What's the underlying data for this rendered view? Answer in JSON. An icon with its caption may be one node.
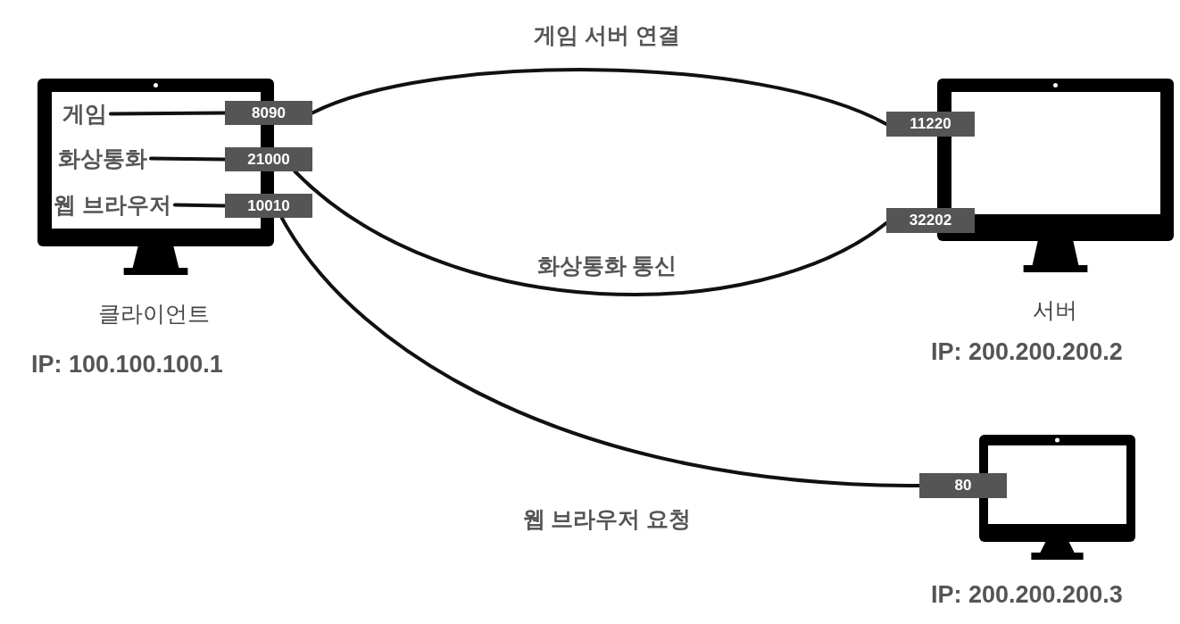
{
  "diagram": {
    "nodes": [
      {
        "text": [],
        "shape": "monitor",
        "beside": [
          "클라이언트",
          "IP: 100.100.100.1"
        ]
      },
      {
        "text": [
          "게임"
        ],
        "in": 0
      },
      {
        "text": [
          "화상통화"
        ],
        "in": 0
      },
      {
        "text": [
          "웹 브라우저"
        ],
        "in": 0
      },
      {
        "text": [
          "8090"
        ]
      },
      {
        "text": [
          "21000"
        ]
      },
      {
        "text": [
          "10010"
        ]
      },
      {
        "text": [],
        "shape": "monitor",
        "beside": [
          "서버",
          "IP: 200.200.200.2"
        ]
      },
      {
        "text": [
          "11220"
        ]
      },
      {
        "text": [
          "32202"
        ]
      },
      {
        "text": [],
        "shape": "monitor",
        "beside": [
          "IP: 200.200.200.3"
        ]
      },
      {
        "text": [
          "80"
        ]
      }
    ],
    "edges": [
      {
        "from": 1,
        "to": 4,
        "arrow": "none"
      },
      {
        "from": 2,
        "to": 5,
        "arrow": "none"
      },
      {
        "from": 3,
        "to": 6,
        "arrow": "none"
      },
      {
        "from": 4,
        "to": 8,
        "arrow": "none",
        "label": "게임 서버 연결"
      },
      {
        "from": 5,
        "to": 9,
        "arrow": "none",
        "label": "화상통화 통신"
      },
      {
        "from": 6,
        "to": 11,
        "arrow": "none",
        "label": "웹 브라우저 요청"
      }
    ]
  }
}
